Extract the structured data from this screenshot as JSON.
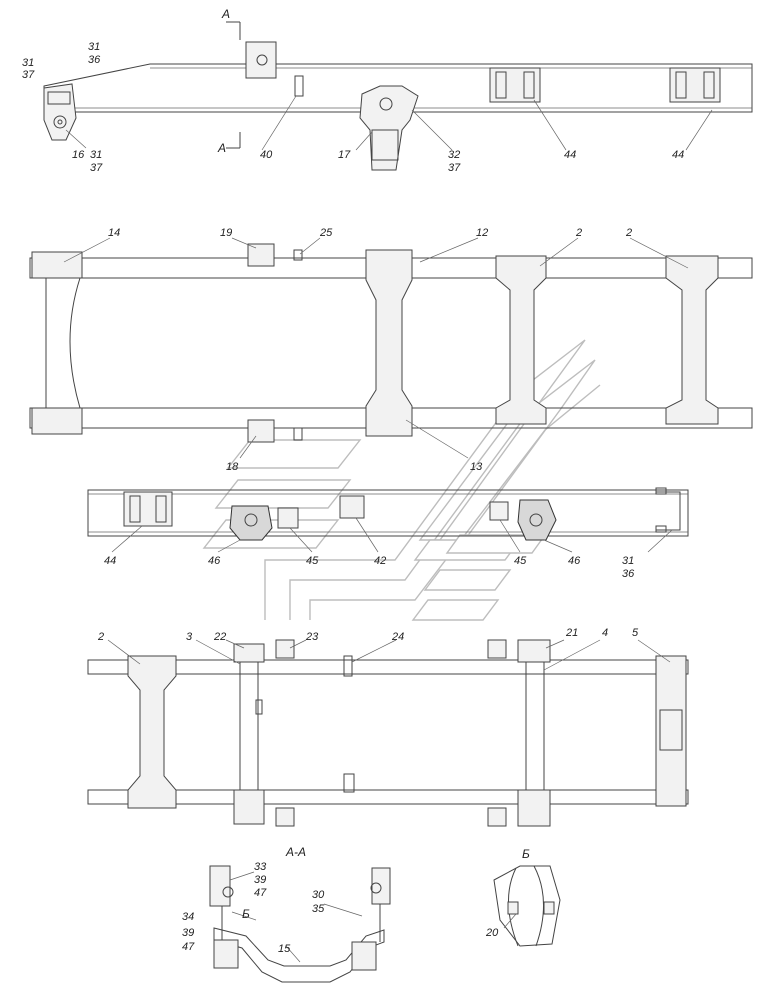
{
  "labels": {
    "view1": {
      "a_top": "А",
      "a_bot": "А",
      "l31a": "31",
      "l37a": "37",
      "l31b": "31",
      "l36a": "36",
      "l16": "16",
      "l31c": "31",
      "l37b": "37",
      "l40": "40",
      "l17": "17",
      "l32": "32",
      "l37c": "37",
      "l44a": "44",
      "l44b": "44"
    },
    "view2": {
      "l14": "14",
      "l19": "19",
      "l25": "25",
      "l12": "12",
      "l2a": "2",
      "l2b": "2",
      "l18": "18",
      "l13": "13"
    },
    "view3": {
      "l44": "44",
      "l46a": "46",
      "l45a": "45",
      "l42": "42",
      "l45b": "45",
      "l46b": "46",
      "l31": "31",
      "l36": "36"
    },
    "view4": {
      "l2": "2",
      "l3": "3",
      "l22": "22",
      "l23": "23",
      "l24": "24",
      "l21": "21",
      "l4": "4",
      "l5": "5"
    },
    "section": {
      "title": "А-А",
      "l33": "33",
      "l39a": "39",
      "l47a": "47",
      "l34": "34",
      "l39b": "39",
      "l47b": "47",
      "lb": "Б",
      "l30": "30",
      "l35": "35",
      "l15": "15"
    },
    "detail": {
      "title": "Б",
      "l20": "20"
    }
  },
  "colors": {
    "line": "#444444",
    "watermark": "#bdbdbd",
    "text": "#222222"
  }
}
